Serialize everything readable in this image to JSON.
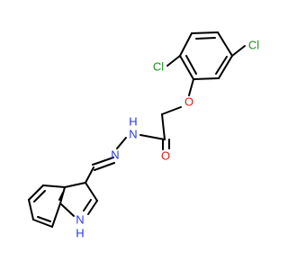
{
  "molecule": {
    "atoms": {
      "cl_top": "Cl",
      "cl_left": "Cl",
      "oxygen_ether": "O",
      "oxygen_carbonyl": "O",
      "nh_amide": "N",
      "h_amide": "H",
      "n_imine": "N",
      "nh_indole": "N",
      "h_indole": "H"
    }
  },
  "colors": {
    "bond": "#000000",
    "chlorine": "#1f8f1f",
    "oxygen": "#e8190e",
    "nitrogen": "#2a36e8",
    "background": "#ffffff"
  }
}
